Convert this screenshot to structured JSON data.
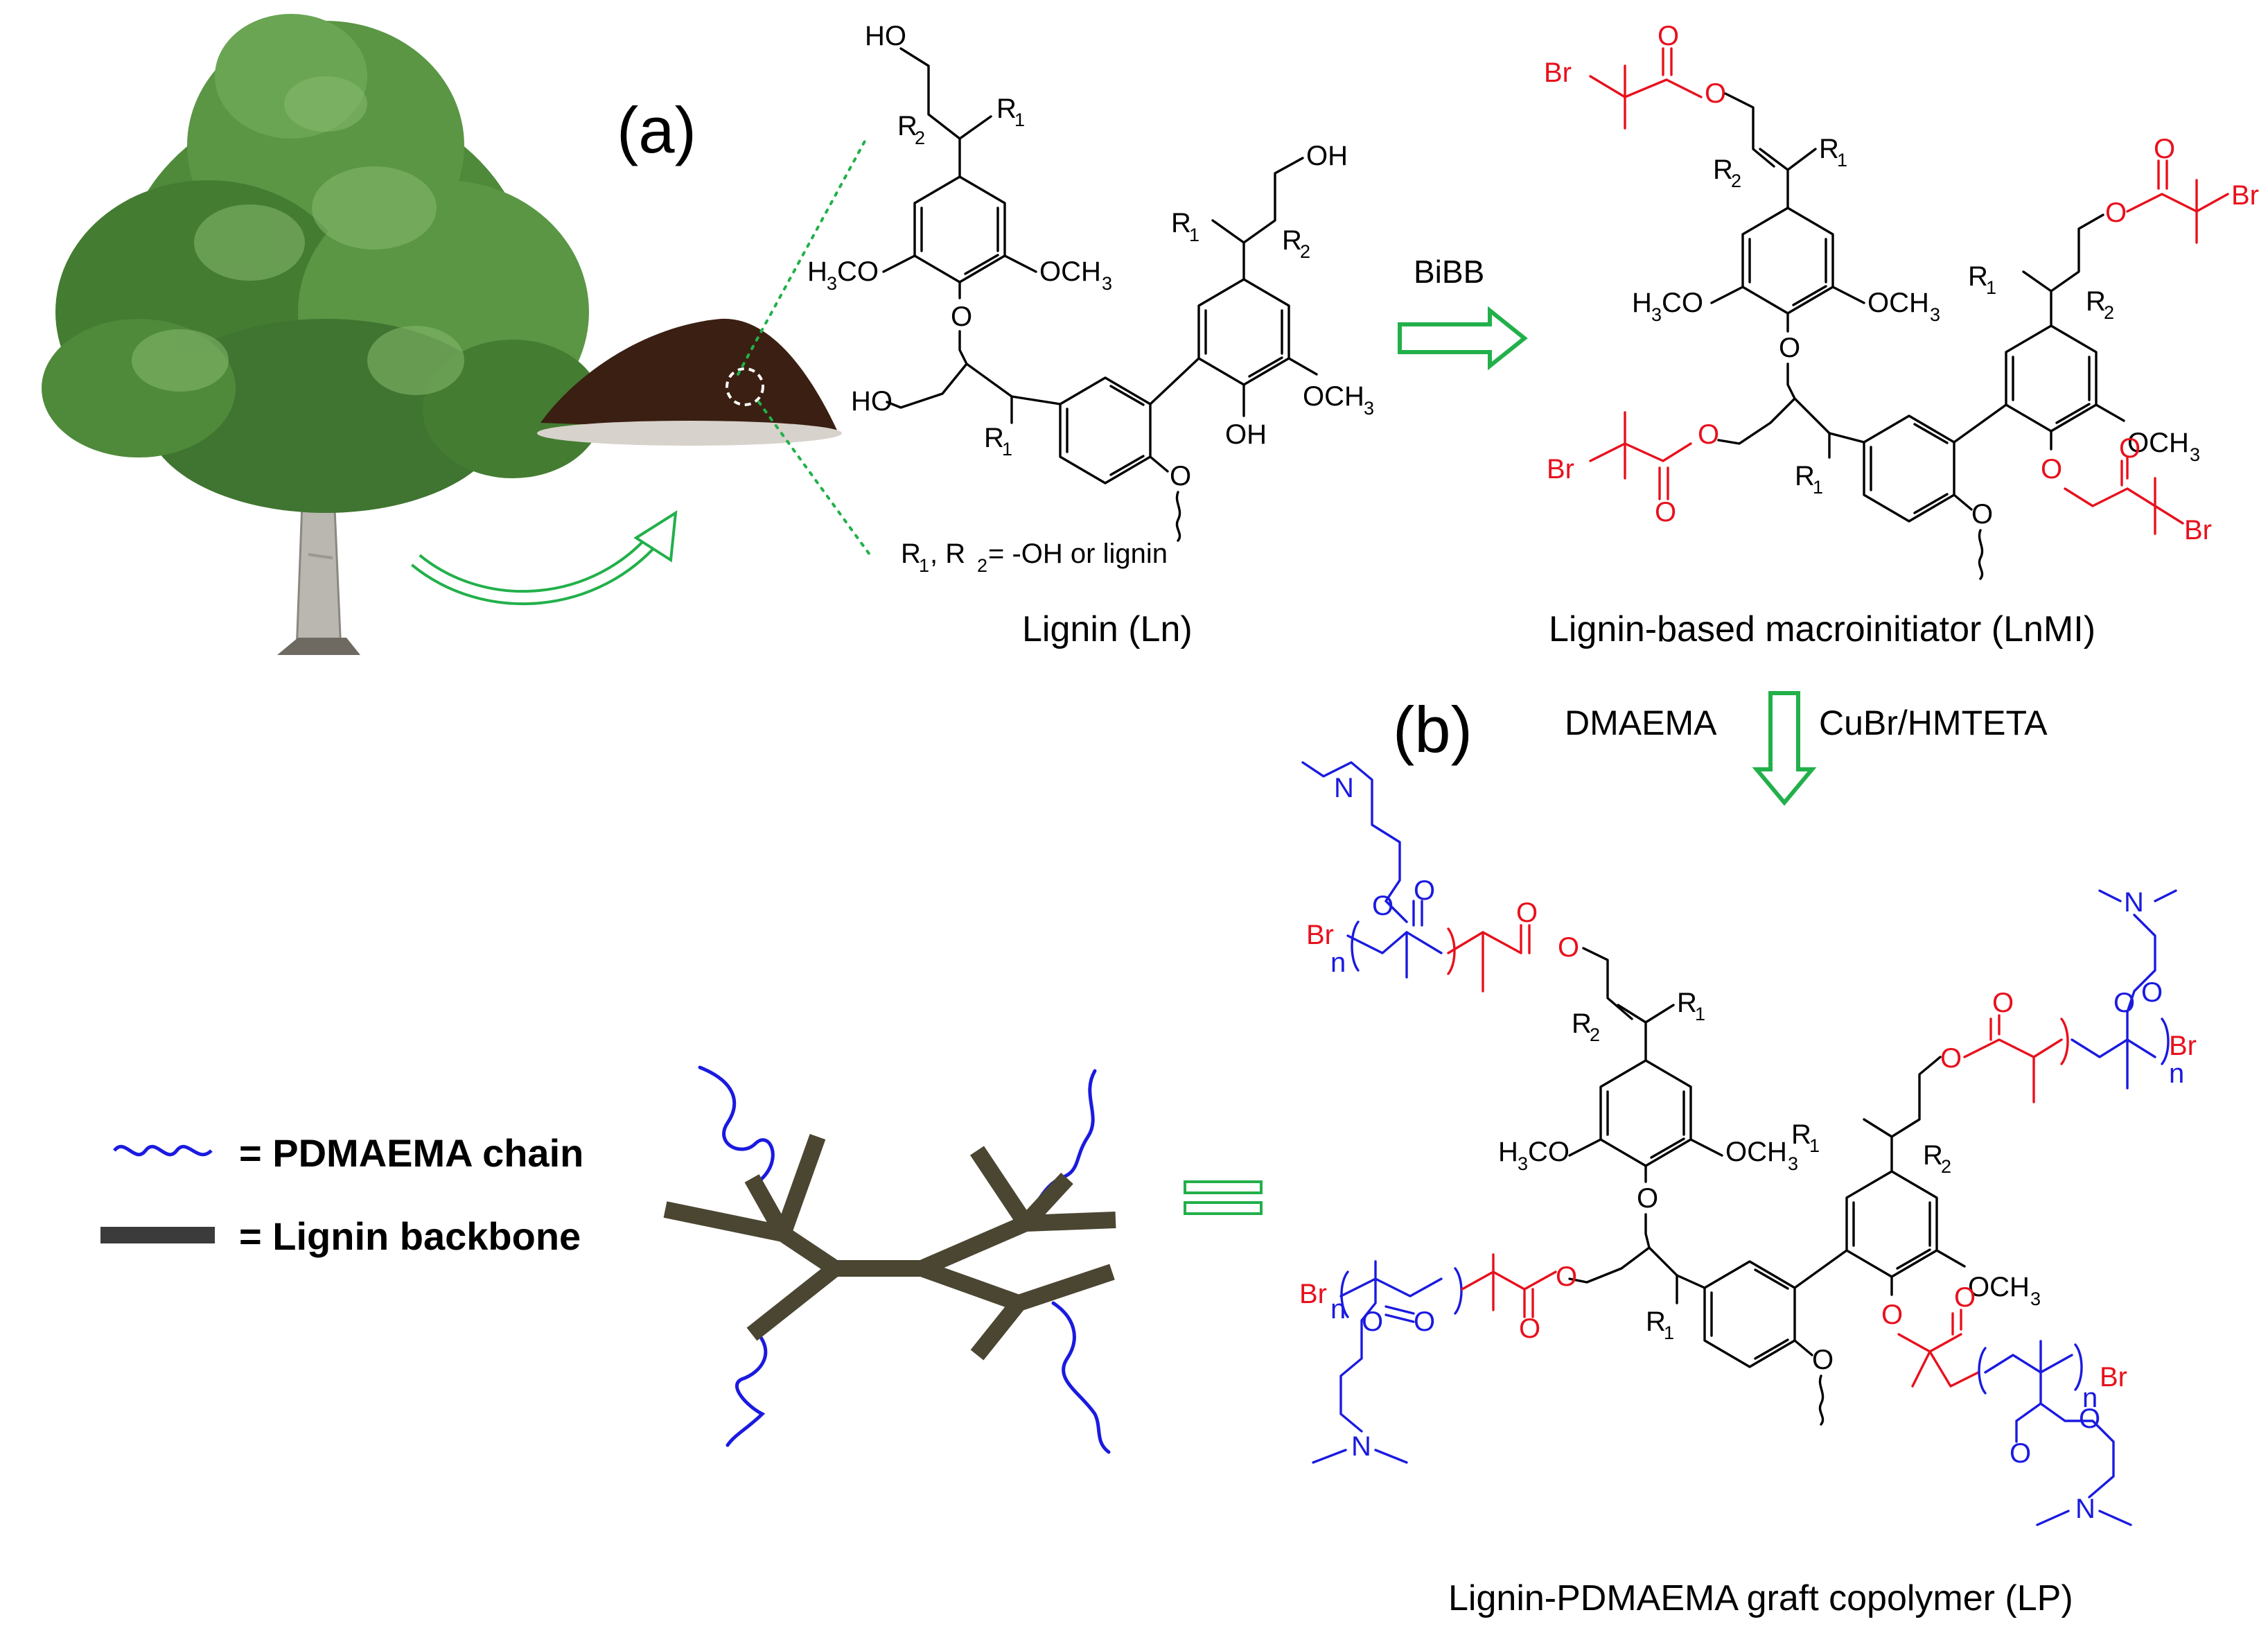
{
  "panels": {
    "a": "(a)",
    "b": "(b)"
  },
  "reagents": {
    "step1": "BiBB",
    "step2_left": "DMAEMA",
    "step2_right": "CuBr/HMTETA"
  },
  "captions": {
    "lignin": "Lignin (Ln)",
    "macroinitiator": "Lignin-based macroinitiator (LnMI)",
    "graft": "Lignin-PDMAEMA graft copolymer (LP)"
  },
  "note": {
    "r_label": "R",
    "r1": "1",
    "sep": ", R",
    "r2": "2",
    "rest": " = -OH or lignin"
  },
  "legend": {
    "chain": "= PDMAEMA chain",
    "backbone": "= Lignin backbone"
  },
  "atoms": {
    "OH": "OH",
    "HO": "HO",
    "O": "O",
    "R": "R",
    "one": "1",
    "two": "2",
    "H3CO_h": "H",
    "H3CO_3": "3",
    "H3CO_co": "CO",
    "OCH3_o": "OCH",
    "OCH3_3": "3",
    "Br": "Br",
    "N": "N",
    "n": "n"
  },
  "colors": {
    "initiator": "#e8101c",
    "polymer": "#1a1ae0",
    "arrow": "#22b04a",
    "backbone": "#4a4632",
    "tree_leaf": "#4e8a3a",
    "powder": "#3a1f12"
  }
}
